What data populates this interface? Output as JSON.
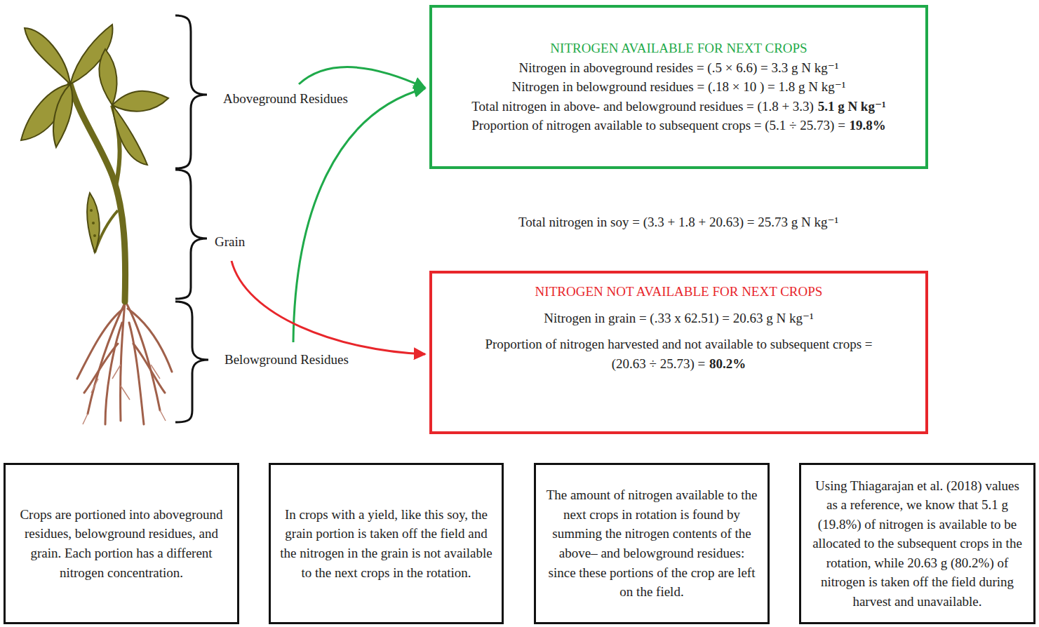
{
  "diagram": {
    "nodes": [
      {
        "text": [
          "NITROGEN AVAILABLE FOR NEXT CROPS",
          "Nitrogen in aboveground resides = (.5 × 6.6) = 3.3 g N kg⁻¹",
          "Nitrogen in belowground residues = (.18 × 10 ) = 1.8 g N kg⁻¹",
          "Total nitrogen in above- and belowground residues = (1.8 + 3.3)",
          "5.1 g N kg⁻¹",
          "Proportion of nitrogen available to subsequent crops = (5.1 ÷ 25.73) =",
          "19.8%"
        ]
      },
      {
        "text": [
          "NITROGEN NOT AVAILABLE FOR NEXT CROPS",
          "Nitrogen in grain = (.33 x 62.51) = 20.63 g N kg⁻¹",
          "Proportion of nitrogen harvested and not available to subsequent crops = (20.63 ÷ 25.73) =",
          "80.2%"
        ]
      },
      {
        "text": [
          "Crops are portioned into aboveground residues, belowground residues, and grain. Each portion has a different nitrogen concentration."
        ]
      },
      {
        "text": [
          "In crops with a yield, like this soy, the grain portion is taken off the field and the nitrogen in the grain is not available to the next crops in the rotation."
        ]
      },
      {
        "text": [
          "The amount of nitrogen available to the next crops in rotation is found by summing the nitrogen contents of the above– and belowground residues: since these portions of the crop are left on the field."
        ]
      },
      {
        "text": [
          "Using Thiagarajan et al. (2018) values as a reference, we know that 5.1 g (19.8%) of nitrogen is available to be allocated to the subsequent crops in the rotation, while 20.63 g (80.2%) of nitrogen is taken off the field during harvest and unavailable."
        ]
      }
    ],
    "labels": [
      "Aboveground Residues",
      "Grain",
      "Belowground Residues",
      "Total nitrogen in soy = (3.3 + 1.8 + 20.63) = 25.73 g  N kg⁻¹"
    ]
  }
}
